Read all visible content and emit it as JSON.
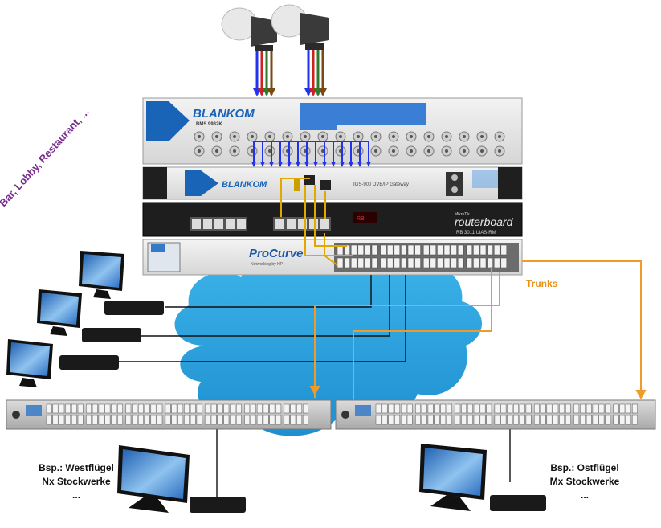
{
  "devices": {
    "blankom_brand": "BLANKOM",
    "multiswitch_model": "BMS 9932K",
    "gateway_model": "IGS-900 DVB/IP Gateway",
    "router_brand": "MikroTik",
    "router_name": "routerboard",
    "router_model": "RB 3011 UiAS-RM",
    "core_switch_brand": "ProCurve",
    "core_switch_sub": "Networking by HP"
  },
  "labels": {
    "guest_areas": "Bar, Lobby, Restaurant, ...",
    "trunks": "Trunks",
    "west_line1": "Bsp.: Westflügel",
    "west_line2": "Nx Stockwerke",
    "west_line3": "...",
    "east_line1": "Bsp.: Ostflügel",
    "east_line2": "Mx Stockwerke",
    "east_line3": "..."
  },
  "colors": {
    "cloud": "#37a7df",
    "blue_cable": "#2233ee",
    "red_cable": "#cc2222",
    "green_cable": "#2f7a2f",
    "brown_cable": "#7a4a14",
    "trunk_cable": "#f09a2a",
    "blankom_blue": "#1a64b8"
  }
}
